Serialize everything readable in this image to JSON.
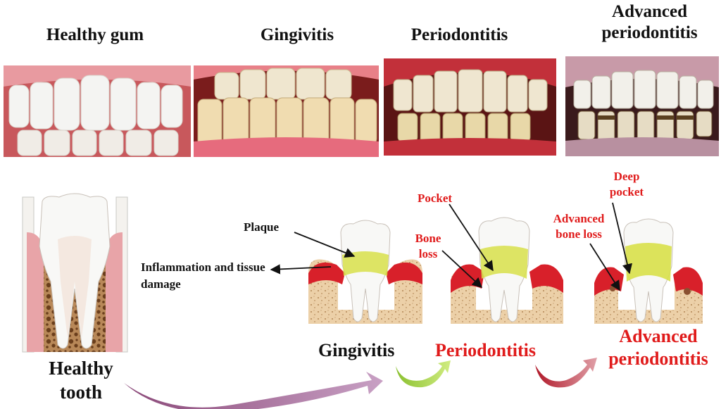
{
  "photo_titles": [
    "Healthy gum",
    "Gingivitis",
    "Periodontitis",
    "Advanced periodontitis"
  ],
  "labels": {
    "plaque": "Plaque",
    "inflammation": "Inflammation and tissue damage",
    "pocket": "Pocket",
    "bone_loss": "Bone loss",
    "deep_pocket": "Deep pocket",
    "advanced_bone_loss": "Advanced bone loss"
  },
  "stages": {
    "healthy": "Healthy tooth",
    "gingivitis": "Gingivitis",
    "periodontitis": "Periodontitis",
    "advanced": "Advanced periodontitis"
  },
  "colors": {
    "gum_healthy": "#e8a0a0",
    "gum_inflamed": "#d8202a",
    "plaque": "#d8e04a",
    "bone": "#e8c9a0",
    "label_red": "#e01b1b",
    "arrow_purple": "#9a5a8a",
    "arrow_green": "#a8d040",
    "arrow_red": "#c02030"
  }
}
